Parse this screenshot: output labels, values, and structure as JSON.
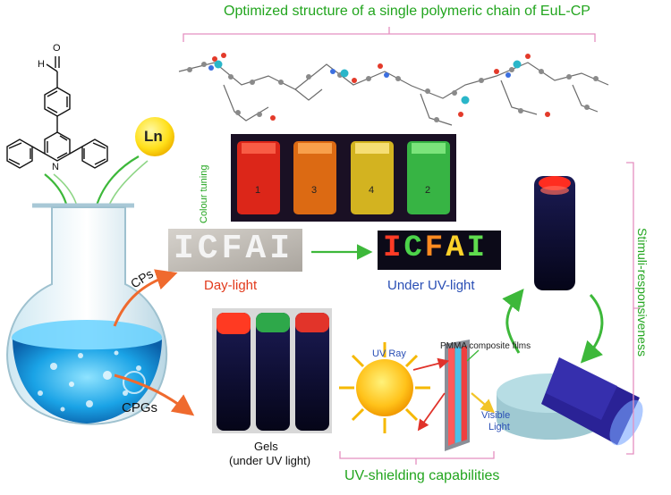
{
  "title": "Optimized structure of a single polymeric chain of EuL-CP",
  "ln_badge": "Ln",
  "ligand": {
    "oh_label": "H",
    "o_label": "O",
    "n_label": "N"
  },
  "colour_tuning": {
    "label": "Colour tuning",
    "vial_numbers": [
      "1",
      "3",
      "4",
      "2"
    ],
    "vial_colors": [
      "#ff2a18",
      "#ff7a10",
      "#f4d020",
      "#3dd14a"
    ]
  },
  "icfai_text": "ICFAI",
  "day_light_label": "Day-light",
  "uv_light_label": "Under UV-light",
  "cps_label": "CPs",
  "cpgs_label": "CPGs",
  "gels": {
    "label": "Gels",
    "sublabel": "(under UV light)",
    "cap_colors": [
      "#ff3a22",
      "#2ea84a",
      "#e2342a"
    ]
  },
  "pmma": {
    "films_label": "PMMA composite films",
    "uv_ray_label": "UV Ray",
    "visible_label": "Visible",
    "light_label": "Light"
  },
  "uv_shielding_label": "UV-shielding capabilities",
  "stimuli_label": "Stimuli-responsiveness",
  "colors": {
    "green_text": "#22a51e",
    "red_text": "#e23a1c",
    "blue_text": "#2a4fb5",
    "bracket": "#e48fc0",
    "arrow_green": "#3db83a",
    "arrow_orange": "#ef6a2e"
  }
}
